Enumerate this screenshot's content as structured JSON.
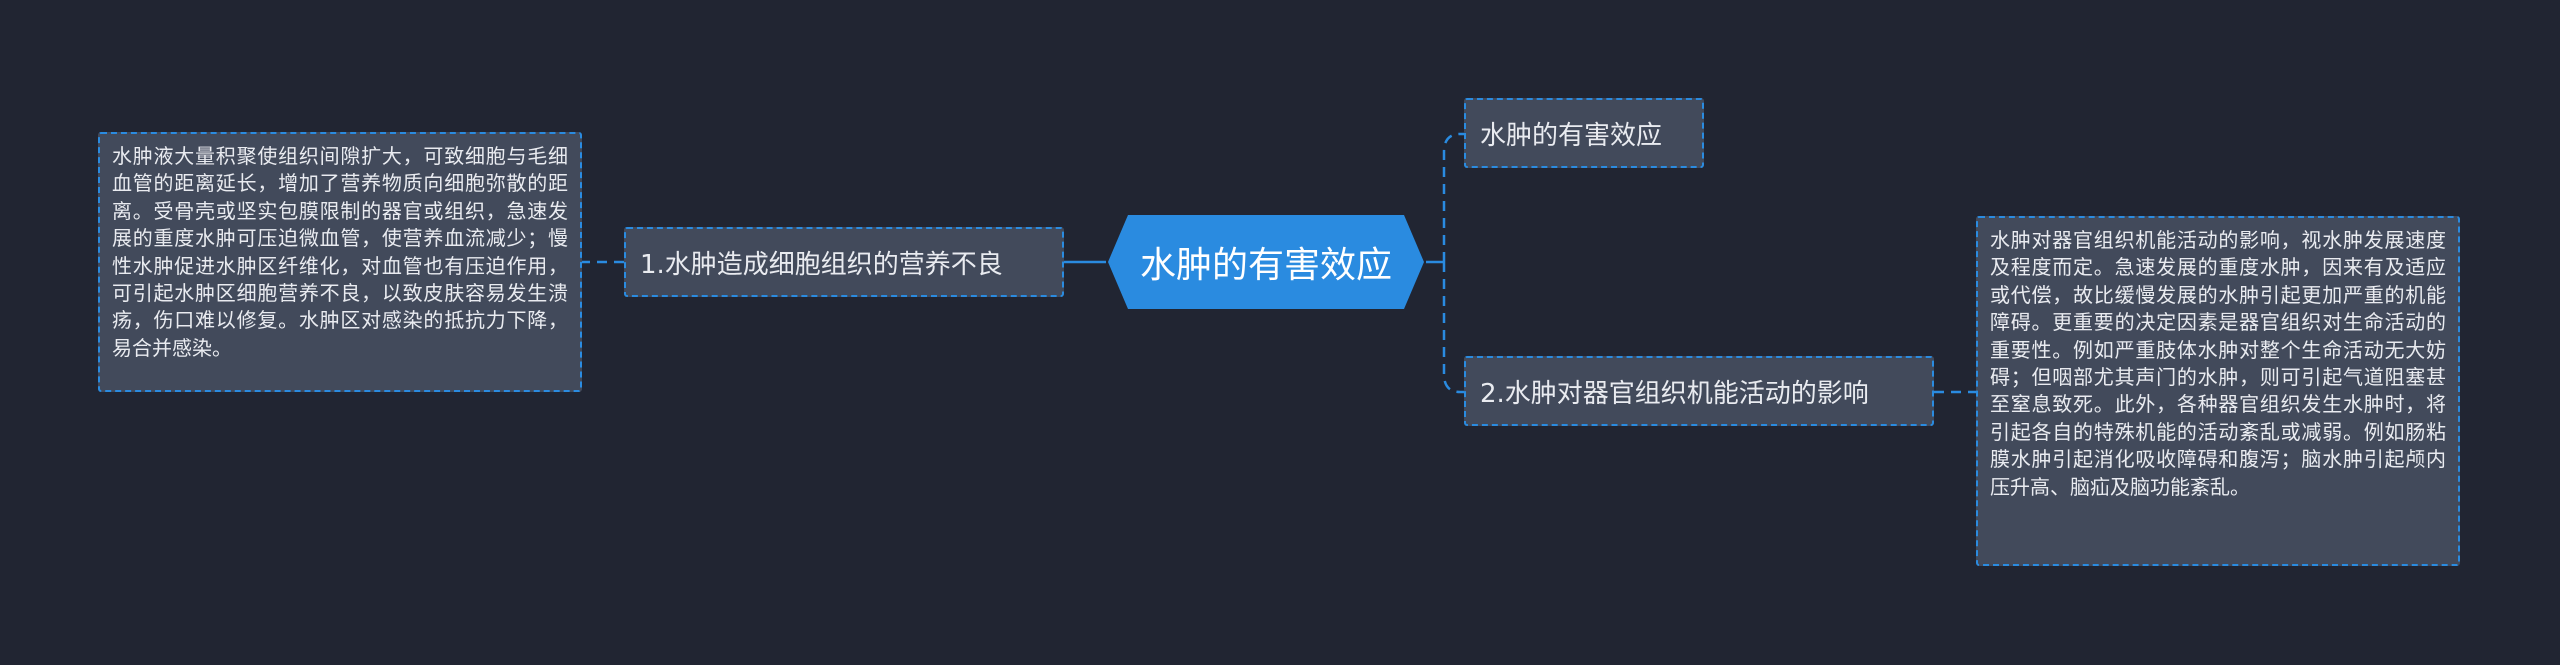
{
  "central_topic": "水肿的有害效应",
  "left_branch": {
    "topic": "1.水肿造成细胞组织的营养不良",
    "note": "水肿液大量积聚使组织间隙扩大，可致细胞与毛细血管的距离延长，增加了营养物质向细胞弥散的距离。受骨壳或坚实包膜限制的器官或组织，急速发展的重度水肿可压迫微血管，使营养血流减少；慢性水肿促进水肿区纤维化，对血管也有压迫作用，可引起水肿区细胞营养不良，以致皮肤容易发生溃疡，伤口难以修复。水肿区对感染的抵抗力下降，易合并感染。"
  },
  "right_branch_top": {
    "topic": "水肿的有害效应"
  },
  "right_branch_bottom": {
    "topic": "2.水肿对器官组织机能活动的影响",
    "note": " 水肿对器官组织机能活动的影响，视水肿发展速度及程度而定。急速发展的重度水肿，因来有及适应或代偿，故比缓慢发展的水肿引起更加严重的机能障碍。更重要的决定因素是器官组织对生命活动的重要性。例如严重肢体水肿对整个生命活动无大妨碍；但咽部尤其声门的水肿，则可引起气道阻塞甚至窒息致死。此外，各种器官组织发生水肿时，将引起各自的特殊机能的活动紊乱或减弱。例如肠粘膜水肿引起消化吸收障碍和腹泻；脑水肿引起颅内压升高、脑疝及脑功能紊乱。"
  },
  "colors": {
    "background": "#212532",
    "central_fill": "#2a8be0",
    "node_fill": "#424a5b",
    "border": "#2a8be0",
    "text": "#e9ebf0"
  }
}
